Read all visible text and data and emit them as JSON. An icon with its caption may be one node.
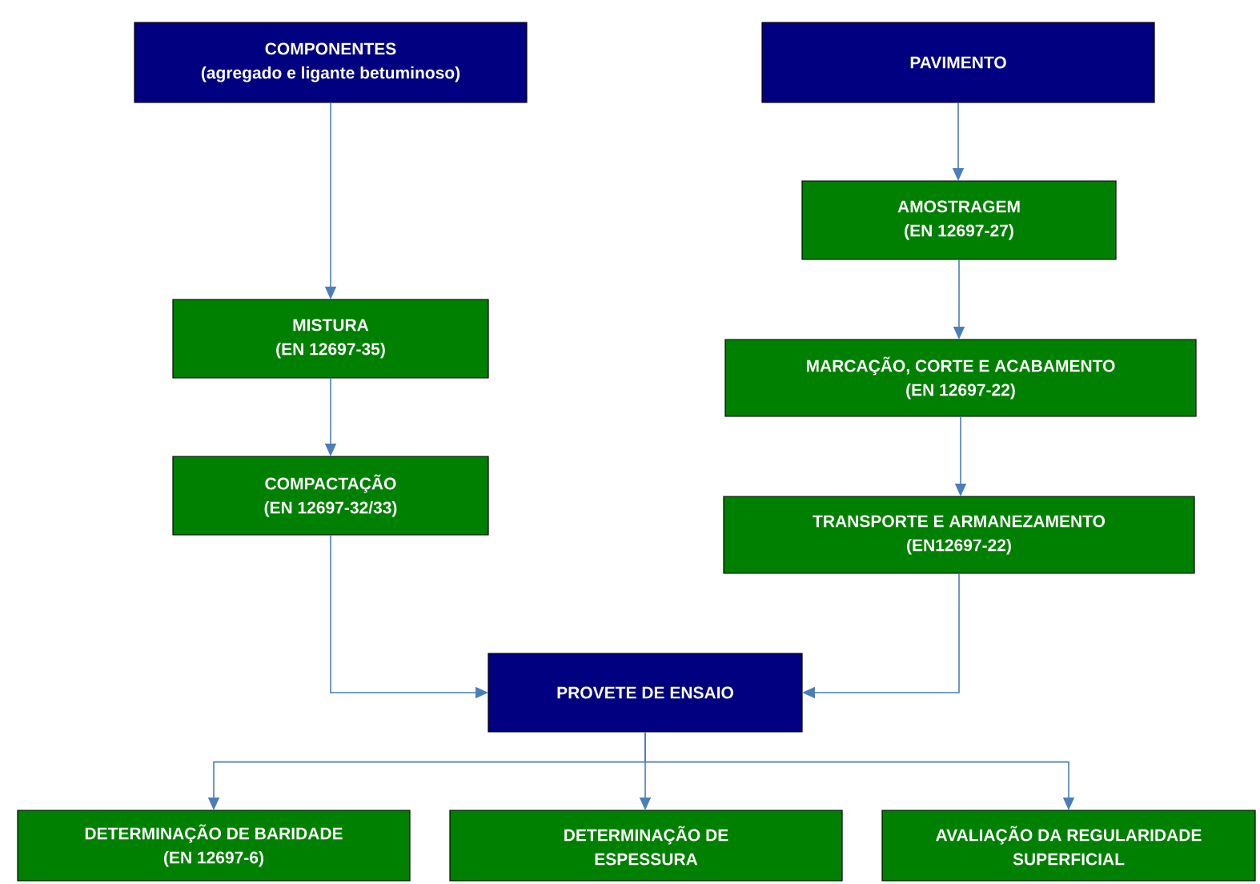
{
  "diagram": {
    "nodes": [
      {
        "text": [
          "COMPONENTES",
          "(agregado e ligante betuminoso)"
        ]
      },
      {
        "text": [
          "PAVIMENTO"
        ]
      },
      {
        "text": [
          "AMOSTRAGEM",
          "(EN 12697-27)"
        ]
      },
      {
        "text": [
          "MISTURA",
          "(EN 12697-35)"
        ]
      },
      {
        "text": [
          "MARCAÇÃO, CORTE E ACABAMENTO",
          "(EN 12697-22)"
        ]
      },
      {
        "text": [
          "COMPACTAÇÃO",
          "(EN 12697-32/33)"
        ]
      },
      {
        "text": [
          "TRANSPORTE E ARMANEZAMENTO",
          "(EN12697-22)"
        ]
      },
      {
        "text": [
          "PROVETE DE ENSAIO"
        ]
      },
      {
        "text": [
          "DETERMINAÇÃO DE BARIDADE",
          "(EN 12697-6)"
        ]
      },
      {
        "text": [
          "DETERMINAÇÃO DE ESPESSURA"
        ]
      },
      {
        "text": [
          "AVALIAÇÃO DA REGULARIDADE SUPERFICIAL"
        ]
      }
    ],
    "edges": [
      {
        "from": 0,
        "to": 3,
        "arrow": "to"
      },
      {
        "from": 3,
        "to": 5,
        "arrow": "to"
      },
      {
        "from": 5,
        "to": 7,
        "arrow": "to"
      },
      {
        "from": 1,
        "to": 2,
        "arrow": "to"
      },
      {
        "from": 2,
        "to": 4,
        "arrow": "to"
      },
      {
        "from": 4,
        "to": 6,
        "arrow": "to"
      },
      {
        "from": 6,
        "to": 7,
        "arrow": "to"
      },
      {
        "from": 7,
        "to": 8,
        "arrow": "to"
      },
      {
        "from": 7,
        "to": 9,
        "arrow": "to"
      },
      {
        "from": 7,
        "to": 10,
        "arrow": "to"
      }
    ]
  }
}
